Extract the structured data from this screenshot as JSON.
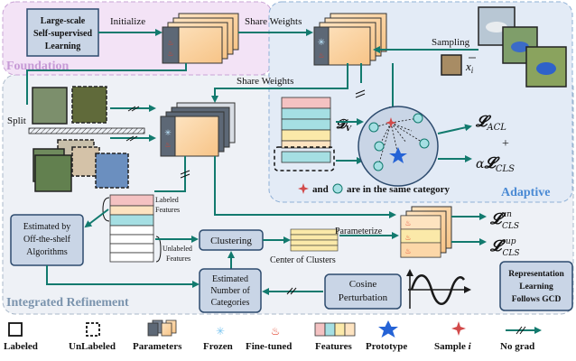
{
  "foundation": {
    "title": "Foundation",
    "ssl_box_line1": "Large-scale",
    "ssl_box_line2": "Self-supervised",
    "ssl_box_line3": "Learning",
    "initialize_label": "Initialize"
  },
  "arrows": {
    "share_weights_top": "Share Weights",
    "share_weights_mid": "Share Weights",
    "sampling": "Sampling",
    "split": "Split",
    "parameterize": "Parameterize"
  },
  "adaptive": {
    "title": "Adaptive",
    "sample_symbol": "x",
    "sample_subscript": "i",
    "dv_symbol": "𝓓",
    "dv_subscript": "V",
    "loss_acl": "𝓛",
    "loss_acl_sub": "ACL",
    "plus": "+",
    "alpha": "α",
    "loss_cls": "𝓛",
    "loss_cls_sub": "CLS",
    "same_category_pre": "and",
    "same_category_post": "are in the same category"
  },
  "refinement": {
    "title": "Integrated Refinement",
    "labeled_features_line1": "Labeled",
    "labeled_features_line2": "Features",
    "unlabeled_features_line1": "Unlabeled",
    "unlabeled_features_line2": "Features",
    "estimated_line1": "Estimated by",
    "estimated_line2": "Off-the-shelf",
    "estimated_line3": "Algorithms",
    "clustering": "Clustering",
    "centers": "Center of Clusters",
    "num_cat_line1": "Estimated",
    "num_cat_line2": "Number of",
    "num_cat_line3": "Categories",
    "cosine_line1": "Cosine",
    "cosine_line2": "Perturbation",
    "loss_un": "𝓛",
    "loss_un_sup": "un",
    "loss_un_sub": "CLS",
    "loss_sup": "𝓛",
    "loss_sup_sup": "sup",
    "loss_sup_sub": "CLS",
    "rl_line1": "Representation",
    "rl_line2": "Learning",
    "rl_line3": "Follows GCD"
  },
  "legend": {
    "labeled": "Labeled",
    "unlabeled": "UnLabeled",
    "parameters": "Parameters",
    "frozen": "Frozen",
    "finetuned": "Fine-tuned",
    "features": "Features",
    "prototype": "Prototype",
    "sample_pre": "Sample",
    "sample_var": "i",
    "nograd": "No grad"
  },
  "colors": {
    "foundation_bg": "#f3e3f6",
    "foundation_title": "#c79ad6",
    "adaptive_bg": "#e3ebf6",
    "adaptive_title": "#4a8ad4",
    "refine_bg": "#eef1f6",
    "refine_title": "#7a93ad",
    "arrow": "#127a6e",
    "box_fill": "#c9d5e6",
    "box_stroke": "#2d4b6e",
    "param_orange": "#fcd7a8",
    "param_gray": "#5d6876",
    "feat_pink": "#f4c2c2",
    "feat_cyan": "#a5dfe3",
    "feat_yellow": "#fbe9a9",
    "prototype": "#2563d6",
    "sample": "#d24a4a"
  }
}
